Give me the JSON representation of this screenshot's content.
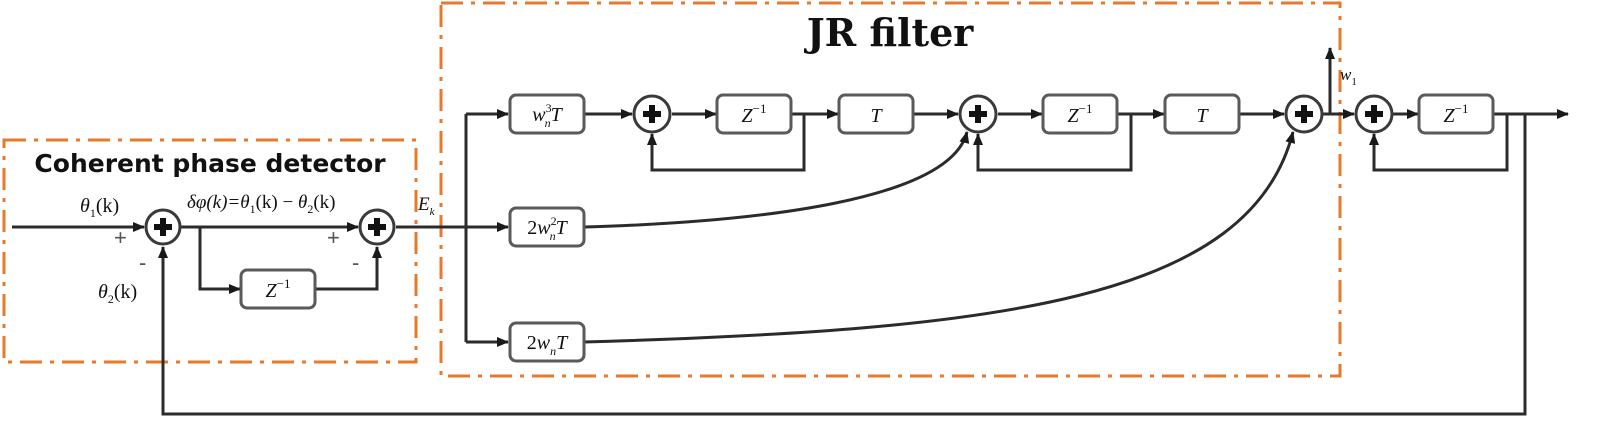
{
  "detector": {
    "title": "Coherent phase detector"
  },
  "filter": {
    "title": "JR filter"
  },
  "signals": {
    "theta1": {
      "base": "θ",
      "sub": "1",
      "rest": "(k)"
    },
    "theta2": {
      "base": "θ",
      "sub": "2",
      "rest": "(k)"
    },
    "error_eq": {
      "lhs": "δφ(k)=",
      "t1": "θ",
      "t1sub": "1",
      "mid": "(k) − ",
      "t2": "θ",
      "t2sub": "2",
      "end": "(k)"
    },
    "ek": {
      "base": "E",
      "sub": "k"
    },
    "w1": {
      "base": "w",
      "sub": "1"
    }
  },
  "signs": {
    "sum1_plus": "+",
    "sum1_minus": "-",
    "sum2_plus": "+",
    "sum2_minus": "-"
  },
  "blocks": {
    "z_det": {
      "base": "Z",
      "sup": "−1"
    },
    "g3": {
      "coef": "",
      "base": "w",
      "sup": "3",
      "sub": "n",
      "tail": "T"
    },
    "g2": {
      "coef": "2",
      "base": "w",
      "sup": "2",
      "sub": "n",
      "tail": "T"
    },
    "g1": {
      "coef": "2",
      "base": "w",
      "sub": "n",
      "tail": "T"
    },
    "z_a": {
      "base": "Z",
      "sup": "−1"
    },
    "t_a": {
      "base": "T"
    },
    "z_b": {
      "base": "Z",
      "sup": "−1"
    },
    "t_b": {
      "base": "T"
    },
    "z_out": {
      "base": "Z",
      "sup": "−1"
    }
  },
  "colors": {
    "boundary": "#e8782a",
    "line": "#2b2b2b",
    "block_border": "#5a5a5a"
  },
  "icons": {
    "summing_junction": "plus-circle-icon"
  }
}
